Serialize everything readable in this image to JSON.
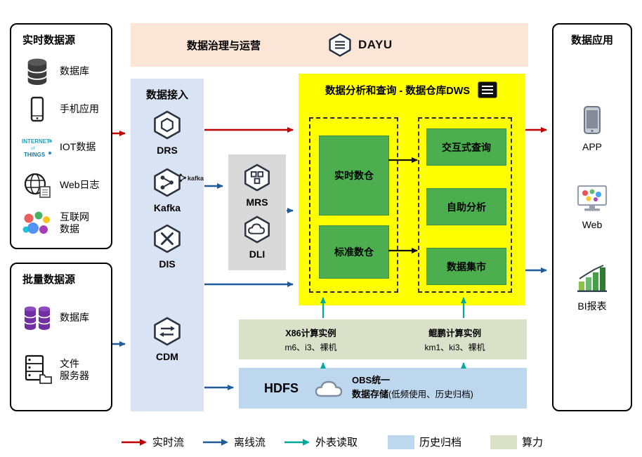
{
  "colors": {
    "flow_realtime": "#c00000",
    "flow_offline": "#1f5c99",
    "flow_external": "#00a89d",
    "archive_fill": "#bdd7ee",
    "compute_fill": "#dbe1c9",
    "governance_fill": "#fbe5d6",
    "ingestion_fill": "#dae3f3",
    "dws_fill": "#ffff00",
    "green_box": "#4cae4f",
    "gray_panel": "#d9d9d9"
  },
  "realtime_sources": {
    "title": "实时数据源",
    "items": [
      {
        "icon": "database-icon",
        "label": "数据库"
      },
      {
        "icon": "mobile-app-icon",
        "label": "手机应用"
      },
      {
        "icon": "iot-icon",
        "label": "IOT数据"
      },
      {
        "icon": "web-log-icon",
        "label": "Web日志"
      },
      {
        "icon": "internet-data-icon",
        "label": "互联网\n数据"
      }
    ]
  },
  "batch_sources": {
    "title": "批量数据源",
    "items": [
      {
        "icon": "database-purple-icon",
        "label": "数据库"
      },
      {
        "icon": "file-server-icon",
        "label": "文件\n服务器"
      }
    ]
  },
  "governance": {
    "title": "数据治理与运营",
    "logo_text": "DAYU"
  },
  "ingestion": {
    "title": "数据接入",
    "services": [
      {
        "icon": "drs-icon",
        "label": "DRS"
      },
      {
        "icon": "kafka-icon",
        "label": "Kafka",
        "badge": "kafka"
      },
      {
        "icon": "dis-icon",
        "label": "DIS"
      },
      {
        "icon": "cdm-icon",
        "label": "CDM"
      }
    ]
  },
  "compute_services": {
    "items": [
      {
        "icon": "mrs-icon",
        "label": "MRS"
      },
      {
        "icon": "dli-icon",
        "label": "DLI"
      }
    ]
  },
  "dws": {
    "title": "数据分析和查询 - 数据仓库DWS",
    "warehouses": [
      {
        "label": "实时数仓"
      },
      {
        "label": "标准数仓"
      }
    ],
    "services": [
      {
        "label": "交互式查询"
      },
      {
        "label": "自助分析"
      },
      {
        "label": "数据集市"
      }
    ]
  },
  "compute_instances": {
    "x86": {
      "title": "X86计算实例",
      "spec": "m6、i3、裸机"
    },
    "kunpeng": {
      "title": "鲲鹏计算实例",
      "spec": "km1、ki3、裸机"
    }
  },
  "storage": {
    "hdfs": "HDFS",
    "obs_line1": "OBS统一",
    "obs_line2": "数据存储",
    "note": "(低频使用、历史归档)"
  },
  "applications": {
    "title": "数据应用",
    "items": [
      {
        "icon": "app-icon",
        "label": "APP"
      },
      {
        "icon": "web-icon",
        "label": "Web"
      },
      {
        "icon": "bi-report-icon",
        "label": "BI报表"
      }
    ]
  },
  "legend": {
    "items": [
      {
        "type": "arrow",
        "label": "实时流"
      },
      {
        "type": "arrow",
        "label": "离线流"
      },
      {
        "type": "arrow",
        "label": "外表读取"
      },
      {
        "type": "swatch",
        "label": "历史归档"
      },
      {
        "type": "swatch",
        "label": "算力"
      }
    ]
  }
}
